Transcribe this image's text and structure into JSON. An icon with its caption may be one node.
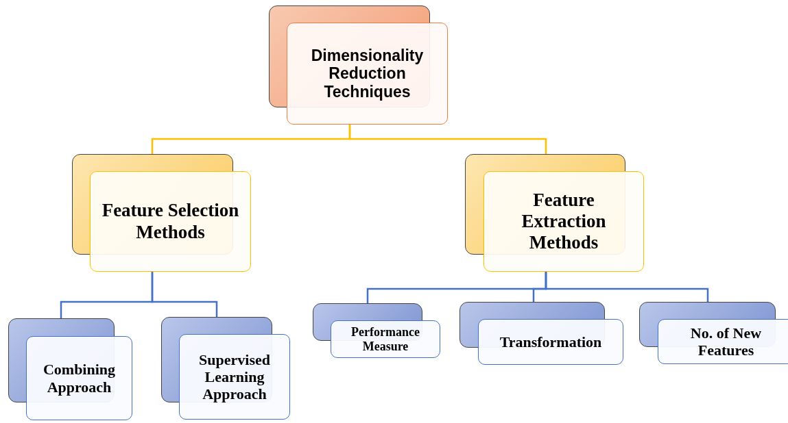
{
  "diagram": {
    "nodes": [
      {
        "text": [
          "Dimensionality Reduction Techniques"
        ]
      },
      {
        "text": [
          "Feature Selection Methods"
        ]
      },
      {
        "text": [
          "Feature Extraction Methods"
        ]
      },
      {
        "text": [
          "Combining Approach"
        ]
      },
      {
        "text": [
          "Supervised Learning Approach"
        ]
      },
      {
        "text": [
          "Performance Measure"
        ]
      },
      {
        "text": [
          "Transformation"
        ]
      },
      {
        "text": [
          "No. of New Features"
        ]
      }
    ],
    "edges": [
      {
        "from": 0,
        "to": 1,
        "arrow": "none",
        "color": "#ffc000"
      },
      {
        "from": 0,
        "to": 2,
        "arrow": "none",
        "color": "#ffc000"
      },
      {
        "from": 1,
        "to": 3,
        "arrow": "none"
      },
      {
        "from": 1,
        "to": 4,
        "arrow": "none"
      },
      {
        "from": 2,
        "to": 5,
        "arrow": "none"
      },
      {
        "from": 2,
        "to": 6,
        "arrow": "none"
      },
      {
        "from": 2,
        "to": 7,
        "arrow": "none"
      }
    ]
  }
}
